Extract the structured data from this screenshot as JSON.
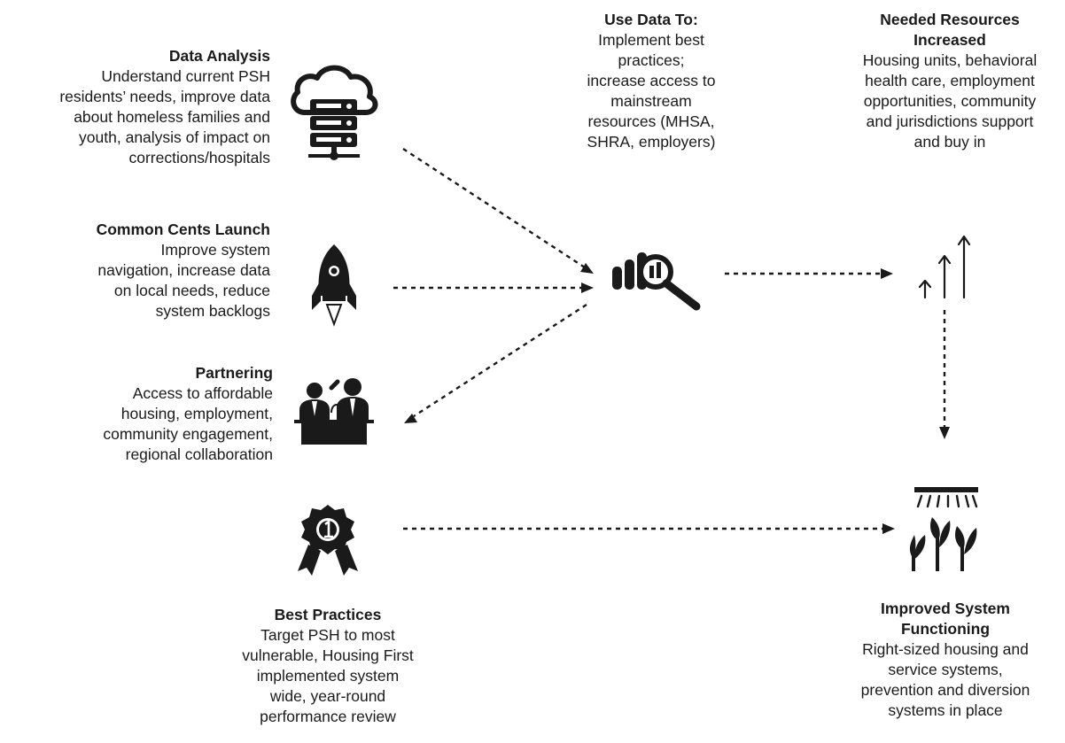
{
  "nodes": {
    "data_analysis": {
      "title": "Data Analysis",
      "lines": [
        "Understand current PSH",
        "residents’ needs, improve data",
        "about homeless families and",
        "youth, analysis of impact on",
        "corrections/hospitals"
      ],
      "icon": "cloud-server-icon"
    },
    "common_cents": {
      "title": "Common Cents Launch",
      "lines": [
        "Improve system",
        "navigation, increase data",
        "on local needs, reduce",
        "system backlogs"
      ],
      "icon": "rocket-icon"
    },
    "partnering": {
      "title": "Partnering",
      "lines": [
        "Access to affordable",
        "housing, employment,",
        "community engagement,",
        "regional collaboration"
      ],
      "icon": "meeting-icon"
    },
    "best_practices": {
      "title": "Best Practices",
      "lines": [
        "Target PSH to most",
        "vulnerable, Housing First",
        "implemented system",
        "wide,  year-round",
        "performance review"
      ],
      "icon": "award-badge-icon"
    },
    "use_data": {
      "title": "Use Data To:",
      "lines": [
        "Implement best",
        "practices;",
        "increase access to",
        "mainstream",
        "resources (MHSA,",
        "SHRA, employers)"
      ],
      "icon": "data-analysis-icon"
    },
    "needed_resources": {
      "title_lines": [
        "Needed Resources",
        "Increased"
      ],
      "lines": [
        "Housing units, behavioral",
        "health care, employment",
        "opportunities, community",
        "and jurisdictions support",
        "and buy in"
      ],
      "icon": "growth-arrows-icon"
    },
    "improved_system": {
      "title_lines": [
        "Improved System",
        "Functioning"
      ],
      "lines": [
        "Right-sized housing and",
        "service systems,",
        "prevention and diversion",
        "systems in place"
      ],
      "icon": "watering-plants-icon"
    }
  },
  "edges": [
    {
      "from": "Data Analysis",
      "to": "Use Data To:"
    },
    {
      "from": "Common Cents Launch",
      "to": "Use Data To:"
    },
    {
      "from": "Use Data To:",
      "to": "Partnering"
    },
    {
      "from": "Use Data To:",
      "to": "Needed Resources Increased"
    },
    {
      "from": "Needed Resources Increased",
      "to": "Improved System Functioning"
    },
    {
      "from": "Best Practices",
      "to": "Improved System Functioning"
    }
  ],
  "colors": {
    "ink": "#1a1a1a",
    "background": "#ffffff"
  }
}
